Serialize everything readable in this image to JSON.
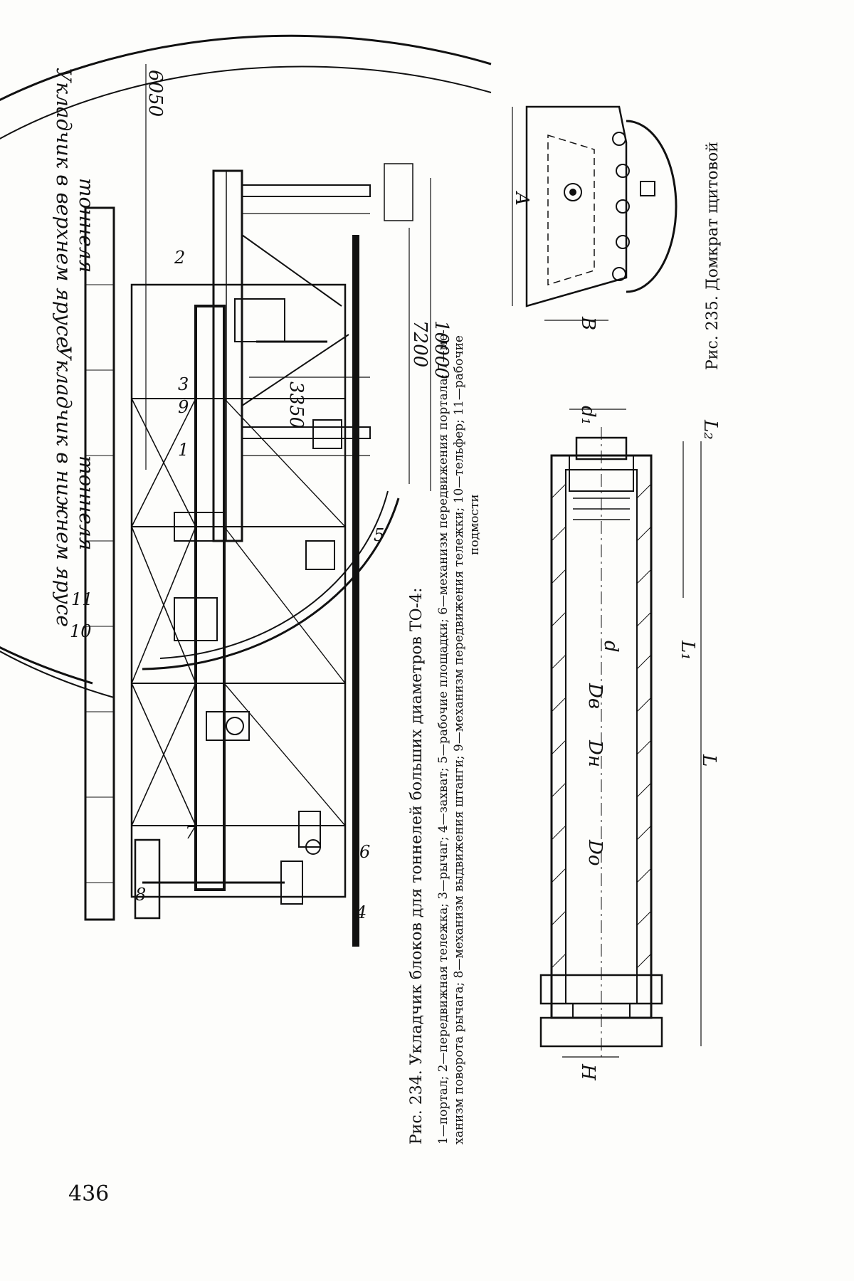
{
  "page_number": "436",
  "fig234": {
    "caption": "Рис. 234. Укладчик блоков для тоннелей больших диаметров ТО-4:",
    "legend_line1": "1—портал; 2—передвижная тележка; 3—рычаг; 4—захват; 5—рабочие площадки; 6—механизм передвижения портала; 7—ме-",
    "legend_line2": "ханизм поворота рычага; 8—механизм выдвижения штанги; 9—механизм передвижения тележки; 10—тельфер; 11—рабочие",
    "legend_line3": "подмости",
    "label_upper_tier_1": "Укладчик в верхнем ярусе",
    "label_upper_tier_2": "тоннеля",
    "label_lower_tier_1": "Укладчик в нижнем ярусе",
    "label_lower_tier_2": "тоннеля",
    "dim_6050": "6050",
    "dim_3350": "3350",
    "dim_7200": "7200",
    "dim_10000": "10000",
    "callouts": [
      "1",
      "2",
      "3",
      "4",
      "5",
      "6",
      "7",
      "8",
      "9",
      "10",
      "11"
    ]
  },
  "fig235": {
    "caption": "Рис. 235. Домкрат щитовой",
    "dim_A": "A",
    "dim_B": "B",
    "dim_d1": "d₁",
    "dim_L2": "L₂",
    "dim_d": "d",
    "dim_L1": "L₁",
    "dim_Dv": "Dв",
    "dim_Dn": "Dн",
    "dim_L": "L",
    "dim_Do": "Dо",
    "dim_H": "H"
  }
}
